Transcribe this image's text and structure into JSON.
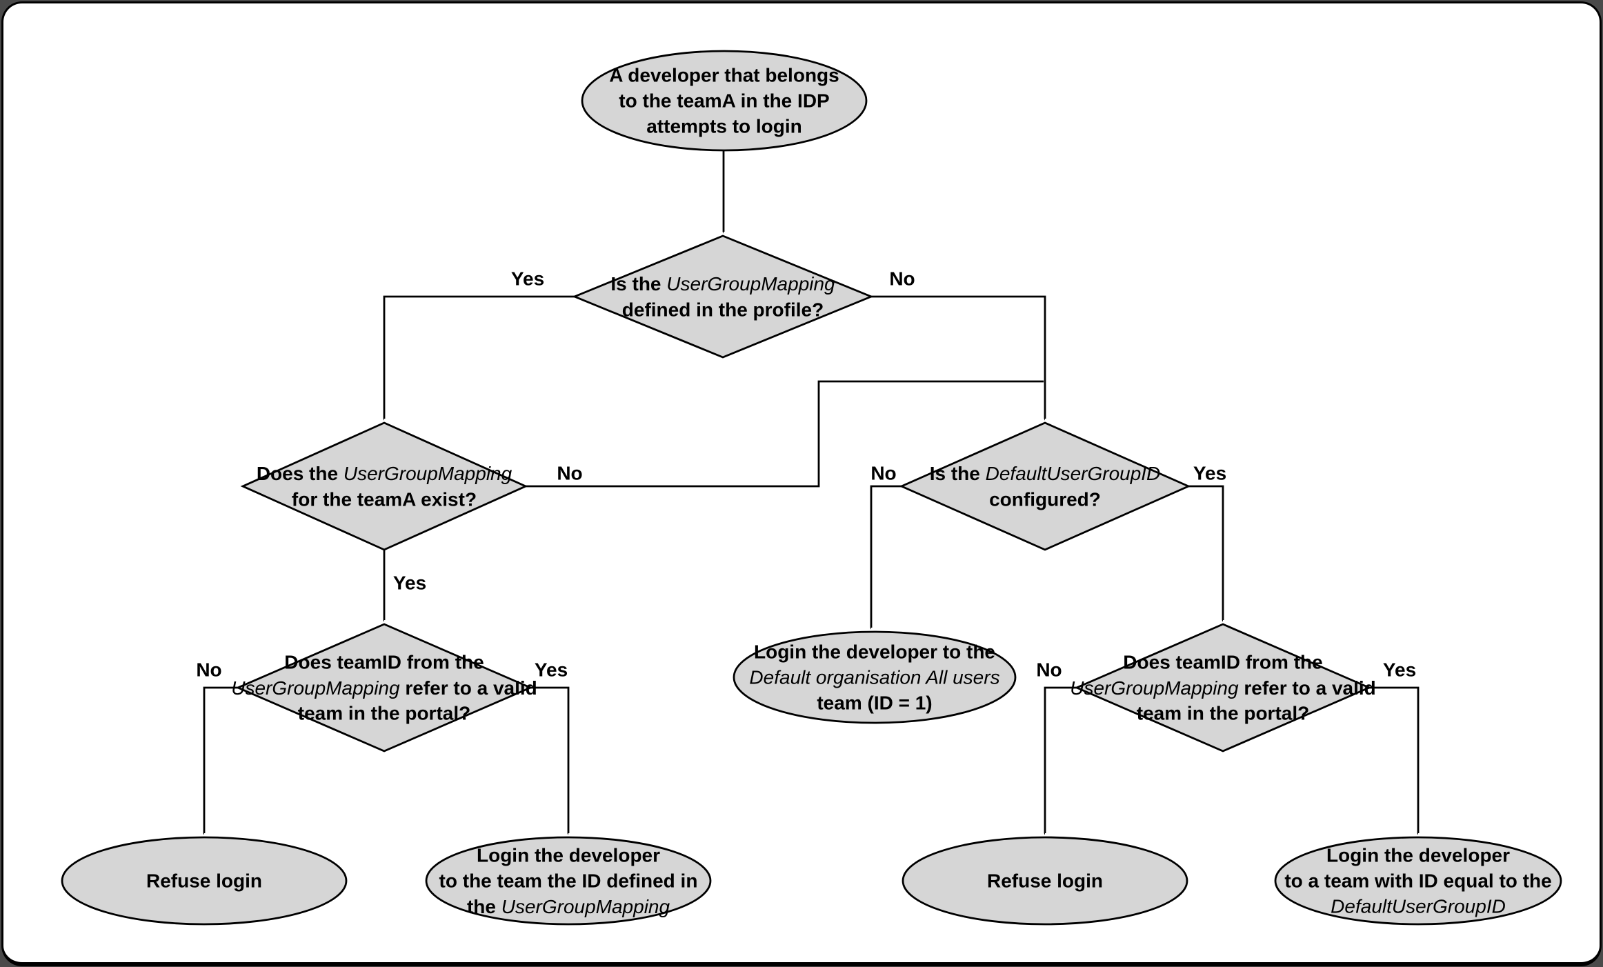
{
  "diagram": {
    "type": "flowchart",
    "colors": {
      "node_fill": "#d6d6d6",
      "node_stroke": "#000000",
      "edge": "#000000",
      "text": "#000000",
      "page_background": "#ffffff",
      "outside_frame": "#4a4a4a"
    },
    "nodes": {
      "start": {
        "shape": "ellipse",
        "line1": "A developer that belongs",
        "line2": "to the teamA in the IDP",
        "line3": "attempts to login"
      },
      "d1": {
        "shape": "diamond",
        "line1_pre": "Is the ",
        "line1_italic": "UserGroupMapping",
        "line2": "defined in the profile?"
      },
      "d2": {
        "shape": "diamond",
        "line1_pre": "Does the ",
        "line1_italic": "UserGroupMapping",
        "line2": "for the teamA exist?"
      },
      "d3": {
        "shape": "diamond",
        "line1": "Does teamID from the",
        "line2_italic": "UserGroupMapping",
        "line2_post": " refer to a valid",
        "line3": "team in the portal?"
      },
      "d4": {
        "shape": "diamond",
        "line1_pre": "Is the ",
        "line1_italic": "DefaultUserGroupID",
        "line2": "configured?"
      },
      "d5": {
        "shape": "diamond",
        "line1": "Does teamID from the",
        "line2_italic": "UserGroupMapping",
        "line2_post": " refer to a valid",
        "line3": "team in the portal?"
      },
      "refuse_left": {
        "shape": "ellipse",
        "line1": "Refuse login"
      },
      "login_mapped_team": {
        "shape": "ellipse",
        "line1": "Login the developer",
        "line2": "to the team the ID defined in",
        "line3_pre": "the ",
        "line3_italic": "UserGroupMapping"
      },
      "login_default_org": {
        "shape": "ellipse",
        "line1": "Login the developer to the",
        "line2_italic": "Default organisation All users",
        "line3": "team (ID = 1)"
      },
      "refuse_right": {
        "shape": "ellipse",
        "line1": "Refuse login"
      },
      "login_default_group": {
        "shape": "ellipse",
        "line1": "Login the developer",
        "line2": "to a team with ID equal to the",
        "line3_italic": "DefaultUserGroupID"
      }
    },
    "edge_labels": {
      "d1_yes": "Yes",
      "d1_no": "No",
      "d2_no": "No",
      "d2_yes": "Yes",
      "d3_no": "No",
      "d3_yes": "Yes",
      "d4_no": "No",
      "d4_yes": "Yes",
      "d5_no": "No",
      "d5_yes": "Yes"
    }
  }
}
